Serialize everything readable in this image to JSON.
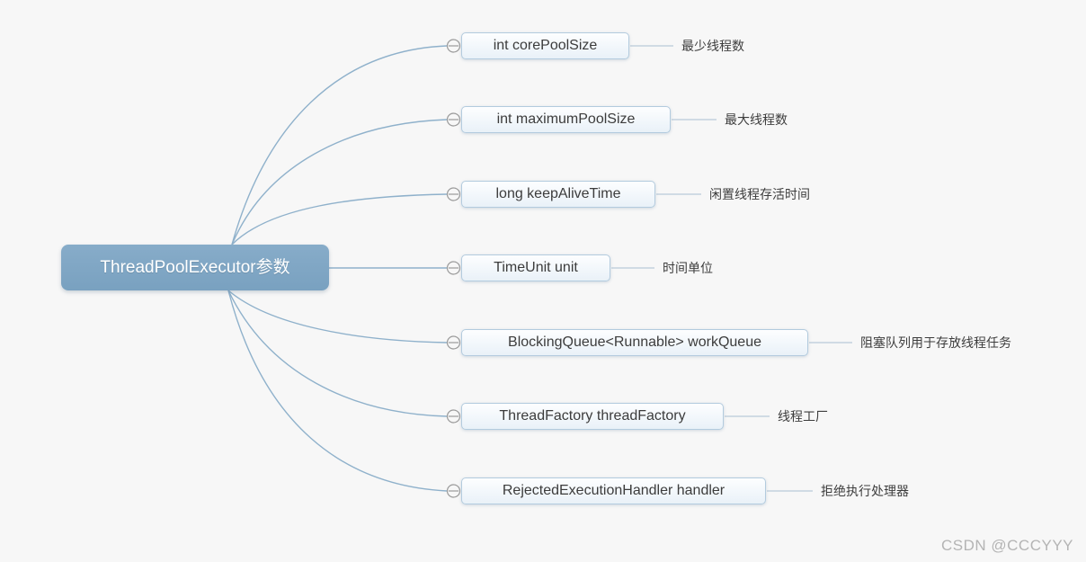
{
  "diagram": {
    "type": "mindmap",
    "root": {
      "label": "ThreadPoolExecutor参数"
    },
    "children": [
      {
        "label": "int corePoolSize",
        "note": "最少线程数"
      },
      {
        "label": "int maximumPoolSize",
        "note": "最大线程数"
      },
      {
        "label": "long keepAliveTime",
        "note": "闲置线程存活时间"
      },
      {
        "label": "TimeUnit unit",
        "note": "时间单位"
      },
      {
        "label": "BlockingQueue<Runnable> workQueue",
        "note": "阻塞队列用于存放线程任务"
      },
      {
        "label": "ThreadFactory threadFactory",
        "note": "线程工厂"
      },
      {
        "label": "RejectedExecutionHandler handler",
        "note": "拒绝执行处理器"
      }
    ],
    "icons": {
      "collapse": "minus-circle"
    }
  },
  "colors": {
    "background": "#f7f7f7",
    "root_fill": "#7ea6c4",
    "root_text": "#ffffff",
    "child_fill": "#eef4fa",
    "child_border": "#b3cbde",
    "child_text": "#3c3c3c",
    "connector": "#8fb1cb",
    "collapse_icon": "#9a9a9a",
    "note_text": "#3d3d3d",
    "watermark_text": "#b4b4b4"
  },
  "watermark": "CSDN @CCCYYY"
}
